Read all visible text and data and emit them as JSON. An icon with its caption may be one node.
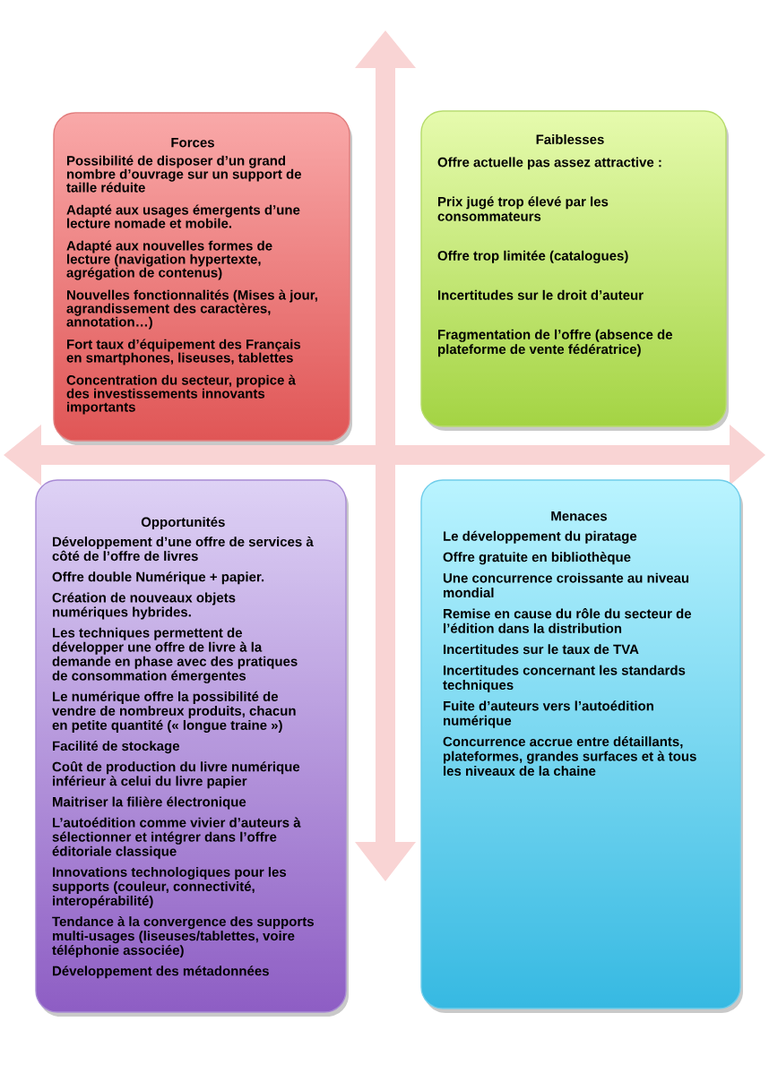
{
  "diagram": {
    "nodes": [
      {
        "text": [
          "Forces",
          "Possibilité de disposer d’un grand nombre d’ouvrage sur un support de taille réduite",
          "Adapté aux usages émergents d’une lecture nomade et mobile.",
          "Adapté aux nouvelles formes de lecture (navigation hypertexte, agrégation de contenus)",
          "Nouvelles fonctionnalités (Mises à jour, agrandissement des caractères, annotation…)",
          "Fort taux d’équipement des Français en smartphones, liseuses, tablettes",
          "Concentration du secteur, propice à des investissements innovants importants"
        ]
      },
      {
        "text": [
          "Faiblesses",
          "Offre actuelle pas assez attractive :",
          "Prix jugé trop élevé par les consommateurs",
          "Offre trop limitée (catalogues)",
          "Incertitudes sur le droit d’auteur",
          "Fragmentation de l’offre (absence de plateforme de vente fédératrice)"
        ]
      },
      {
        "text": [
          "Opportunités",
          "Développement d’une offre de services à côté de l’offre de livres",
          "Offre double Numérique + papier.",
          "Création de nouveaux objets numériques hybrides.",
          "Les techniques permettent de développer une offre de livre à la demande en phase avec des pratiques de consommation émergentes",
          "Le numérique offre la possibilité de vendre de nombreux produits, chacun en petite quantité (« longue traine »)",
          "Facilité de stockage",
          "Coût de production du livre numérique inférieur à celui du livre papier",
          "Maitriser la filière électronique",
          "L’autoédition comme vivier d’auteurs à sélectionner et intégrer dans l’offre éditoriale classique",
          "Innovations technologiques pour les supports (couleur, connectivité, interopérabilité)",
          "Tendance à la convergence des supports multi-usages (liseuses/tablettes, voire téléphonie associée)",
          "Développement des métadonnées"
        ]
      },
      {
        "text": [
          "Menaces",
          "Le développement du piratage",
          "Offre gratuite en bibliothèque",
          "Une concurrence croissante au niveau mondial",
          "Remise en cause du rôle du secteur de l’édition dans la distribution",
          "Incertitudes sur le taux de TVA",
          "Incertitudes concernant les standards techniques",
          "Fuite d’auteurs vers l’autoédition numérique",
          "Concurrence accrue entre détaillants, plateformes, grandes surfaces et à tous les niveaux de la chaine"
        ]
      }
    ]
  }
}
